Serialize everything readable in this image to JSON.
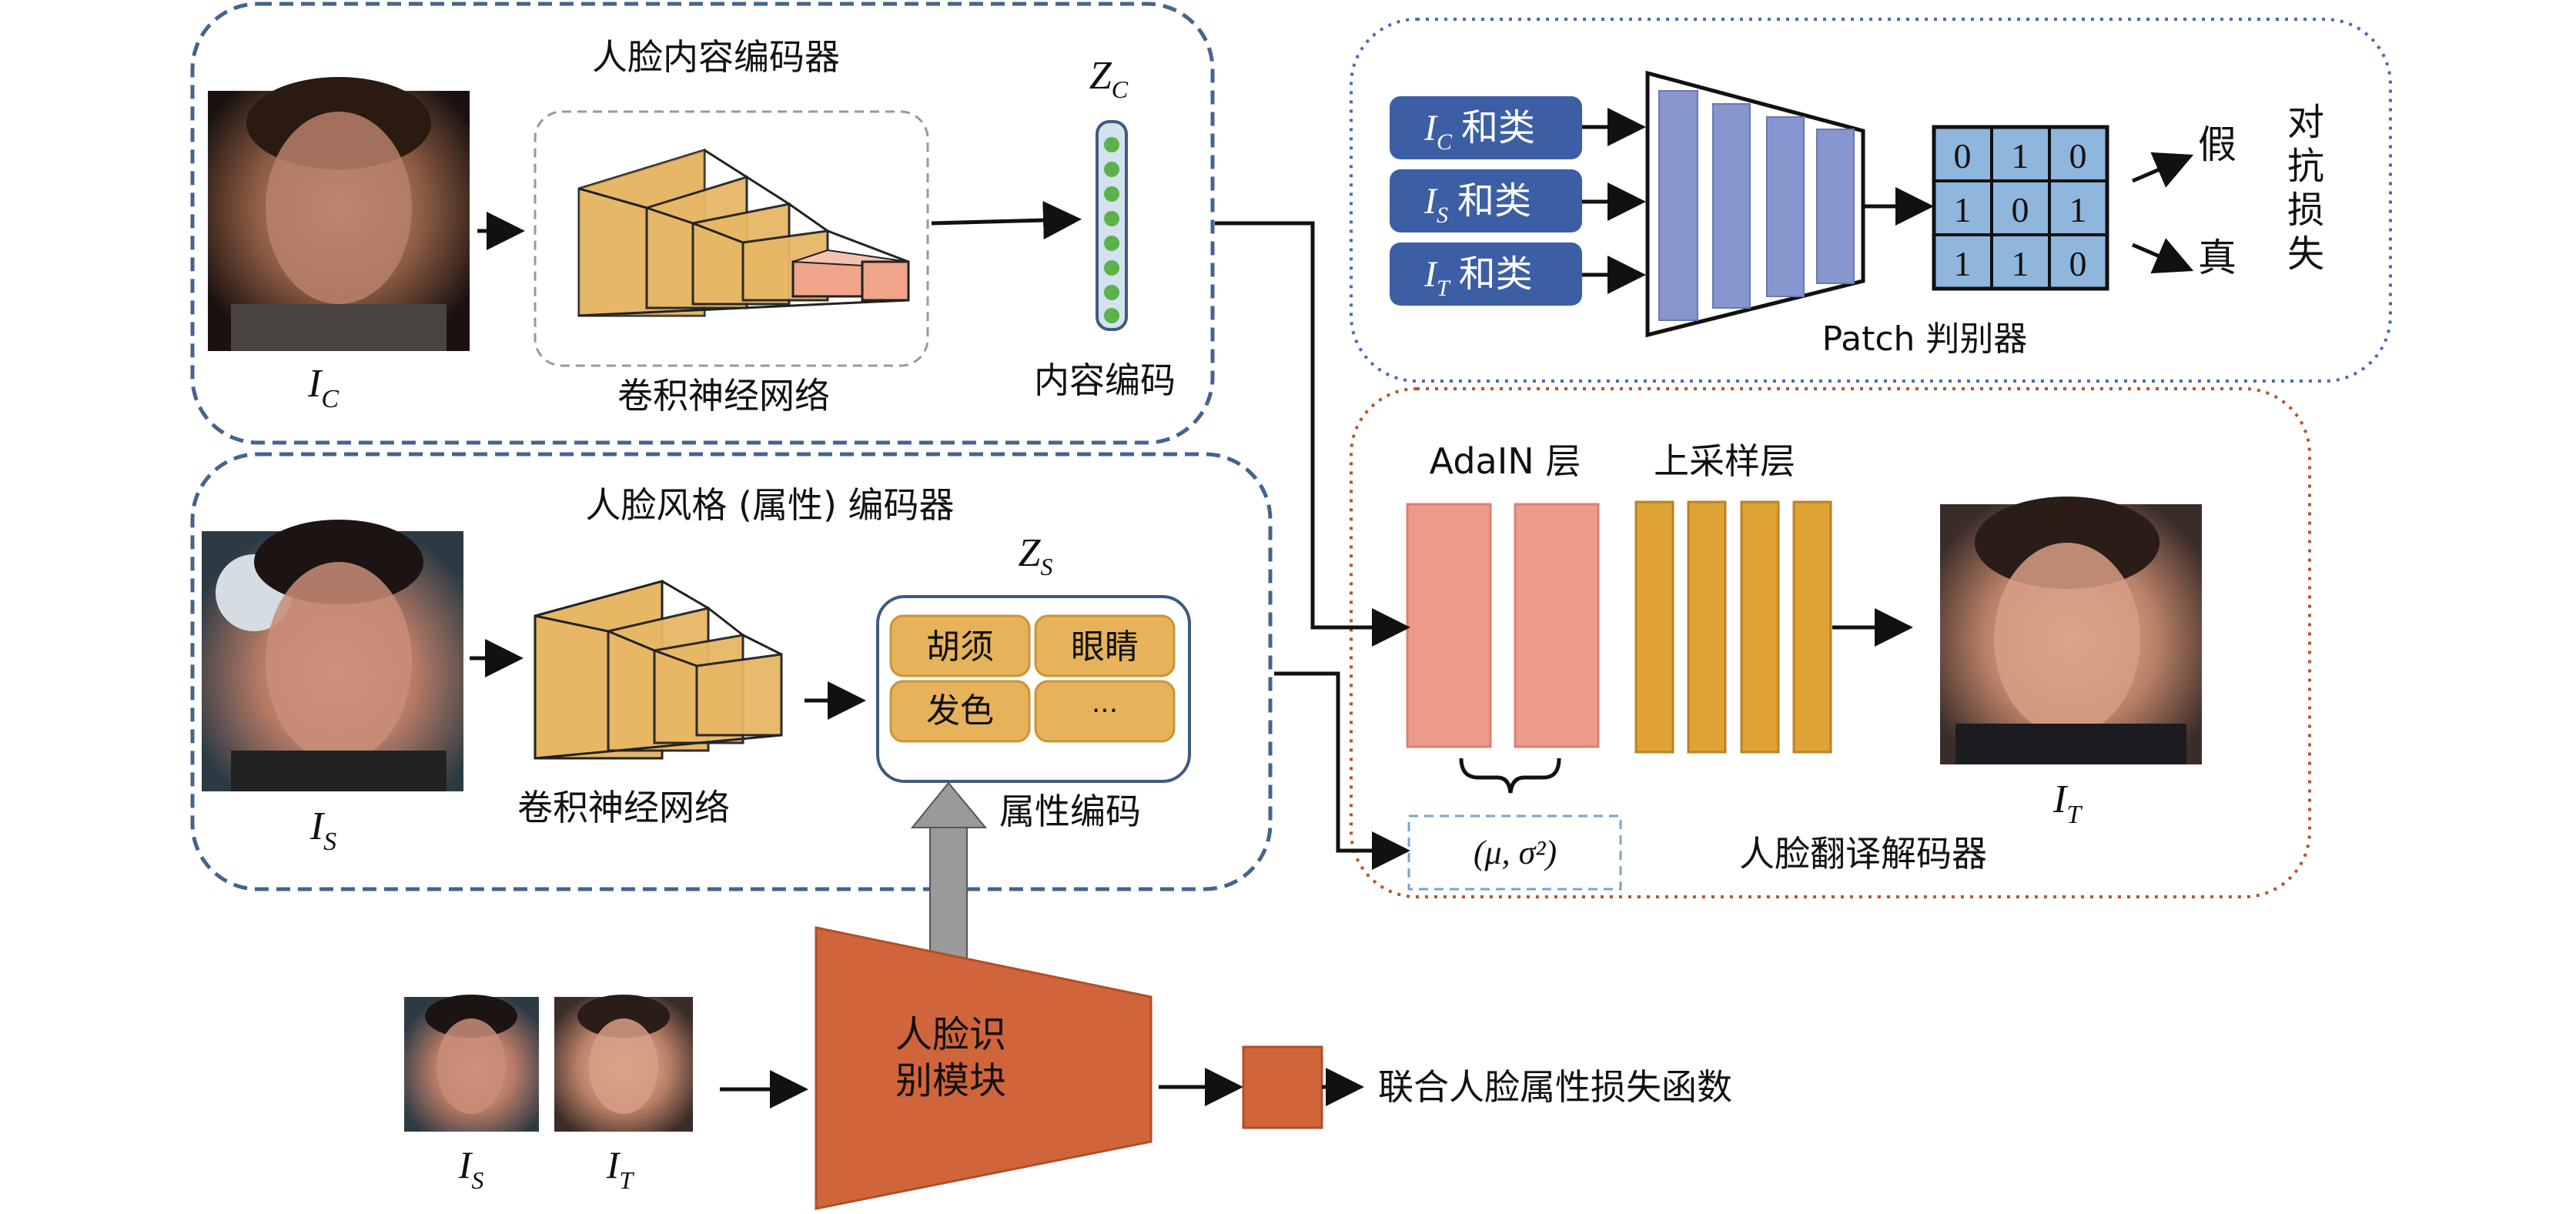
{
  "content_encoder": {
    "title": "人脸内容编码器",
    "cnn_label": "卷积神经网络",
    "code_symbol": "Z",
    "code_sub": "C",
    "code_label": "内容编码",
    "image_symbol": "I",
    "image_sub": "C"
  },
  "style_encoder": {
    "title": "人脸风格 (属性) 编码器",
    "cnn_label": "卷积神经网络",
    "code_symbol": "Z",
    "code_sub": "S",
    "code_label": "属性编码",
    "attributes": [
      "胡须",
      "眼睛",
      "发色",
      "···"
    ],
    "image_symbol": "I",
    "image_sub": "S"
  },
  "discriminator": {
    "inputs": [
      {
        "symbol": "I",
        "sub": "C",
        "text": "和类"
      },
      {
        "symbol": "I",
        "sub": "S",
        "text": "和类"
      },
      {
        "symbol": "I",
        "sub": "T",
        "text": "和类"
      }
    ],
    "label": "Patch 判别器",
    "grid": [
      [
        "0",
        "1",
        "0"
      ],
      [
        "1",
        "0",
        "1"
      ],
      [
        "1",
        "1",
        "0"
      ]
    ],
    "outputs": [
      "假",
      "真"
    ],
    "loss_label": [
      "对",
      "抗",
      "损",
      "失"
    ]
  },
  "decoder": {
    "adain_label": "AdaIN 层",
    "upsample_label": "上采样层",
    "params_label": "(μ, σ²)",
    "title": "人脸翻译解码器",
    "image_symbol": "I",
    "image_sub": "T"
  },
  "recognition": {
    "label_line1": "人脸识",
    "label_line2": "别模块",
    "loss_label": "联合人脸属性损失函数",
    "inputs": [
      {
        "symbol": "I",
        "sub": "S"
      },
      {
        "symbol": "I",
        "sub": "T"
      }
    ]
  },
  "colors": {
    "encoder_border": "#44648c",
    "discriminator_border": "#4a6bb0",
    "decoder_border": "#b5552a",
    "cnn_fill": "#e7b766",
    "cnn_fill_light": "#f0a48a",
    "attr_fill": "#e6b35a",
    "disc_box": "#3c5ea5",
    "disc_bar": "#8796cf",
    "grid_fill": "#8fb6dc",
    "adain": "#ee9a8b",
    "upsample": "#dfa235",
    "recog": "#d0643a",
    "gray_arrow": "#9a9a9a"
  }
}
